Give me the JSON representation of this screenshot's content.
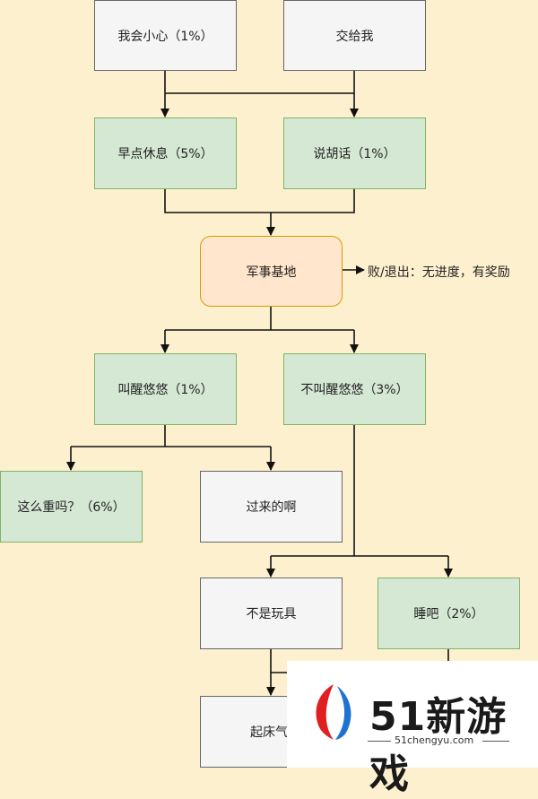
{
  "nodes": {
    "careful": "我会小心（1%）",
    "leave_to_me": "交给我",
    "rest_early": "早点休息（5%）",
    "nonsense": "说胡话（1%）",
    "military_base": "军事基地",
    "wake_you": "叫醒悠悠（1%）",
    "not_wake_you": "不叫醒悠悠（3%）",
    "so_heavy": "这么重吗？（6%）",
    "come_over": "过来的啊",
    "not_toy": "不是玩具",
    "go_sleep": "睡吧（2%）",
    "get_up": "起床气"
  },
  "outcome_label": "败/退出：无进度，有奖励",
  "watermark": {
    "brand": "51新游戏",
    "url": "51chengyu.com"
  },
  "colors": {
    "gray_fill": "#f5f5f5",
    "green_fill": "#d5e8d4",
    "orange_fill": "#ffe6cc",
    "background": "#fdf0cf"
  }
}
